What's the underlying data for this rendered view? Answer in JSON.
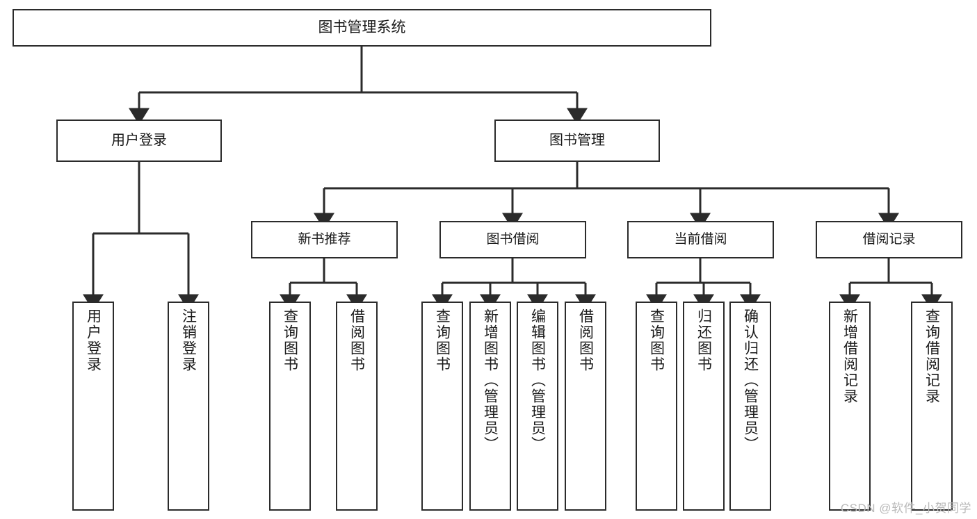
{
  "diagram": {
    "title": "图书管理系统",
    "type": "tree",
    "watermark": "CSDN @软件_小贺同学",
    "colors": {
      "stroke": "#2b2b2b",
      "fill": "#ffffff",
      "text": "#1a1a1a",
      "watermark": "#b9b9b9"
    },
    "root": {
      "label": "图书管理系统"
    },
    "level1": [
      {
        "label": "用户登录"
      },
      {
        "label": "图书管理"
      }
    ],
    "level2": [
      {
        "label": "新书推荐"
      },
      {
        "label": "图书借阅"
      },
      {
        "label": "当前借阅"
      },
      {
        "label": "借阅记录"
      }
    ],
    "leaves": {
      "user_login": [
        {
          "label": "用户登录"
        },
        {
          "label": "注销登录"
        }
      ],
      "new_book_recommend": [
        {
          "label": "查询图书"
        },
        {
          "label": "借阅图书"
        }
      ],
      "book_borrow": [
        {
          "label": "查询图书"
        },
        {
          "label": "新增图书（管理员）"
        },
        {
          "label": "编辑图书（管理员）"
        },
        {
          "label": "借阅图书"
        }
      ],
      "current_borrow": [
        {
          "label": "查询图书"
        },
        {
          "label": "归还图书"
        },
        {
          "label": "确认归还（管理员）"
        }
      ],
      "borrow_record": [
        {
          "label": "新增借阅记录"
        },
        {
          "label": "查询借阅记录"
        }
      ]
    }
  }
}
